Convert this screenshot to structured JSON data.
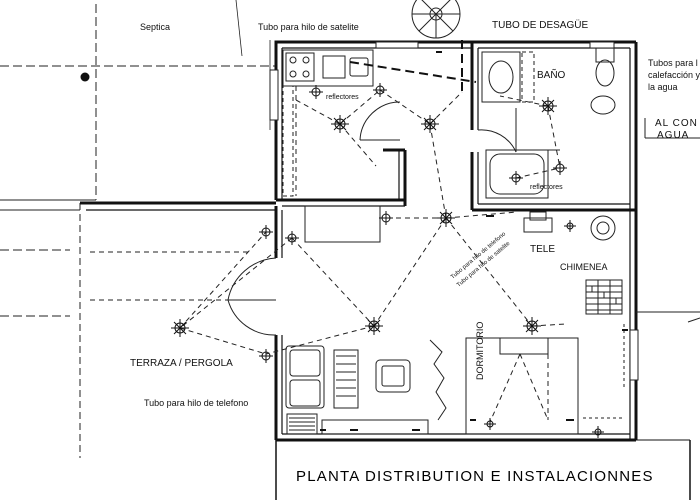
{
  "labels": {
    "septica": "Septica",
    "tubo_satelite": "Tubo para hilo de satelite",
    "tubo_desague": "TUBO DE DESAGÜE",
    "tubos_para": "Tubos para l",
    "calefaccion": "calefacción y",
    "la_agua": "la agua",
    "bano": "BAÑO",
    "al_con": "AL CON",
    "agua": "AGUA",
    "reflectores_kitchen": "reflectores",
    "reflectores_bath": "reflectores",
    "tele": "TELE",
    "chimenea": "CHIMENEA",
    "terraza": "TERRAZA / PERGOLA",
    "dormitorio": "DORMITORIO",
    "tubo_telefono": "Tubo para hilo de telefono",
    "diag_telefono": "Tubo para hilo de telefono",
    "diag_satelite": "Tubo para hilo de satelite",
    "title": "PLANTA DISTRIBUTION E INSTALACIONNES"
  },
  "colors": {
    "line": "#1a1a1a",
    "paper": "#ffffff"
  }
}
